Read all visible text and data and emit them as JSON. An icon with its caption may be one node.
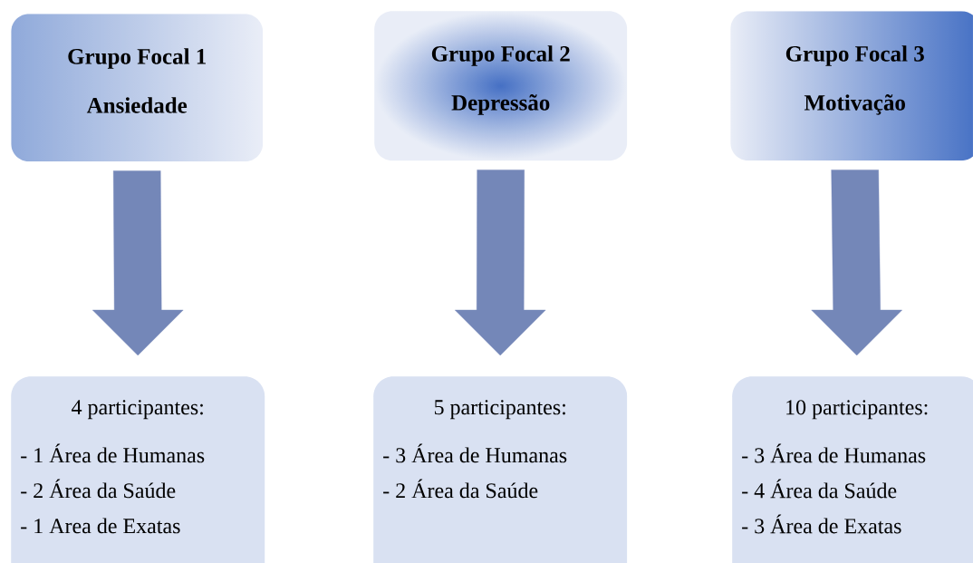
{
  "diagram": {
    "nodes": [
      {
        "text": [
          "Grupo Focal 1",
          "Ansiedade"
        ]
      },
      {
        "text": [
          "Grupo Focal 2",
          "Depressão"
        ]
      },
      {
        "text": [
          "Grupo Focal 3",
          "Motivação"
        ]
      },
      {
        "text": [
          "4 participantes:",
          "- 1 Área de Humanas",
          "- 2 Área da Saúde",
          "- 1 Area de Exatas"
        ]
      },
      {
        "text": [
          "5 participantes:",
          "- 3 Área de Humanas",
          "- 2 Área da Saúde"
        ]
      },
      {
        "text": [
          "10 participantes:",
          "- 3 Área de Humanas",
          "- 4 Área da Saúde",
          "- 3 Área de Exatas"
        ]
      }
    ],
    "edges": [
      {
        "from": 0,
        "to": 3,
        "arrow": "to"
      },
      {
        "from": 1,
        "to": 4,
        "arrow": "to"
      },
      {
        "from": 2,
        "to": 5,
        "arrow": "to"
      }
    ]
  }
}
